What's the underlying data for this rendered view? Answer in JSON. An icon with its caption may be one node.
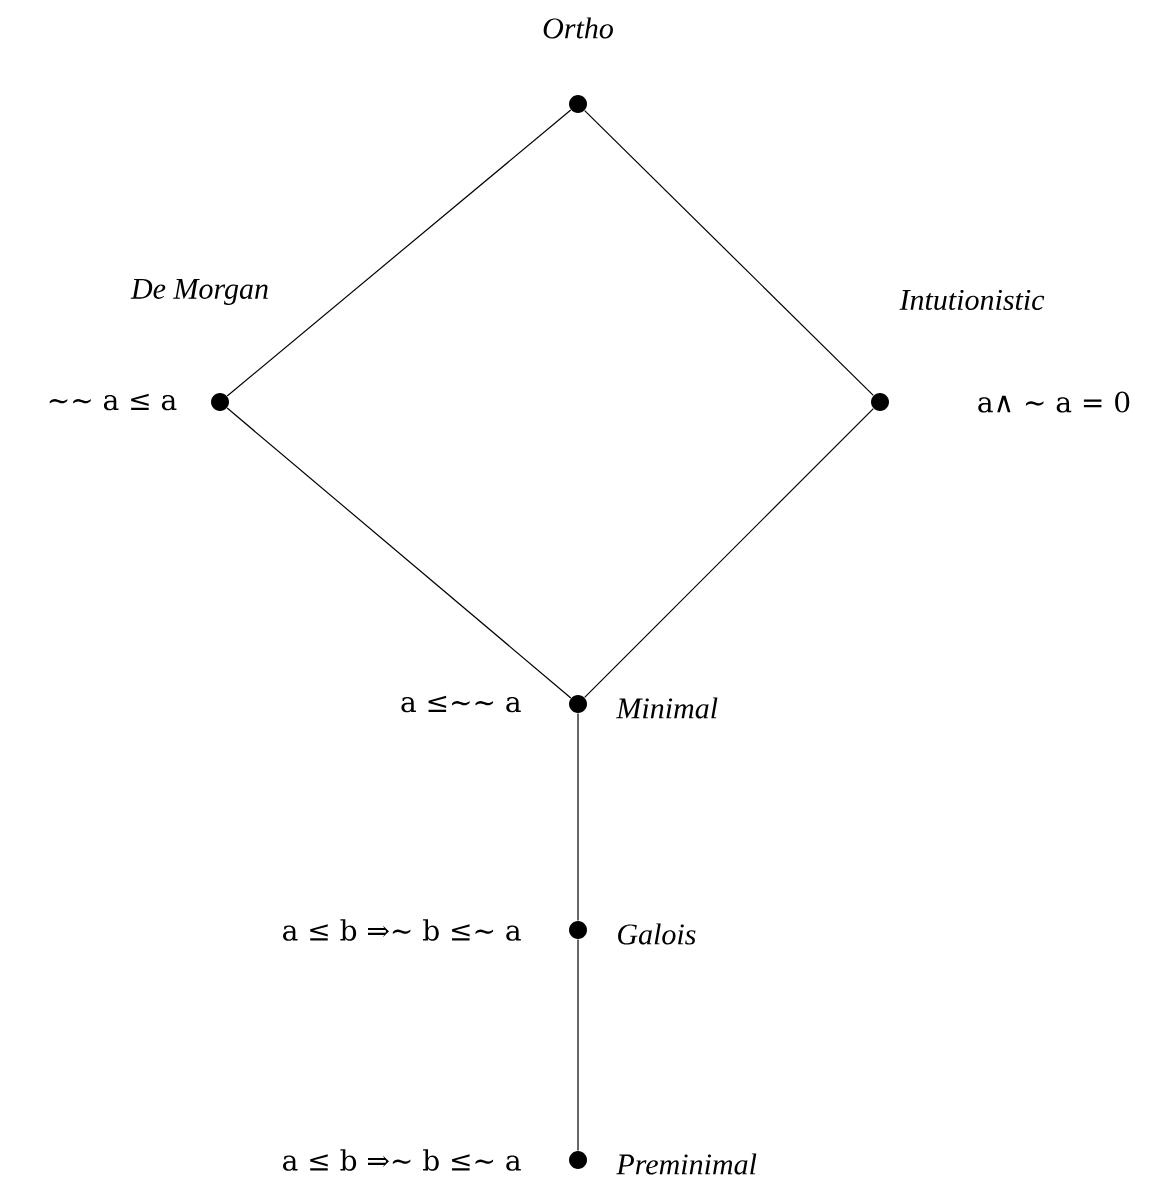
{
  "diagram": {
    "nodes": [
      {
        "text": [],
        "shape": "circle",
        "beside": [
          "Ortho"
        ]
      },
      {
        "text": [],
        "shape": "circle",
        "beside": [
          "De Morgan",
          "∼∼ a ≤ a"
        ]
      },
      {
        "text": [],
        "shape": "circle",
        "beside": [
          "Intutionistic",
          "a∧ ∼ a = 0"
        ]
      },
      {
        "text": [],
        "shape": "circle",
        "beside": [
          "Minimal",
          "a ≤∼∼ a"
        ]
      },
      {
        "text": [],
        "shape": "circle",
        "beside": [
          "Galois",
          "a ≤ b ⇒∼ b ≤∼ a"
        ]
      },
      {
        "text": [],
        "shape": "circle",
        "beside": [
          "Preminimal",
          "a ≤ b ⇒∼ b ≤∼ a"
        ]
      }
    ],
    "edges": [
      {
        "from": 0,
        "to": 1,
        "arrow": "none"
      },
      {
        "from": 0,
        "to": 2,
        "arrow": "none"
      },
      {
        "from": 1,
        "to": 3,
        "arrow": "none"
      },
      {
        "from": 2,
        "to": 3,
        "arrow": "none"
      },
      {
        "from": 3,
        "to": 4,
        "arrow": "none"
      },
      {
        "from": 4,
        "to": 5,
        "arrow": "none"
      }
    ]
  }
}
